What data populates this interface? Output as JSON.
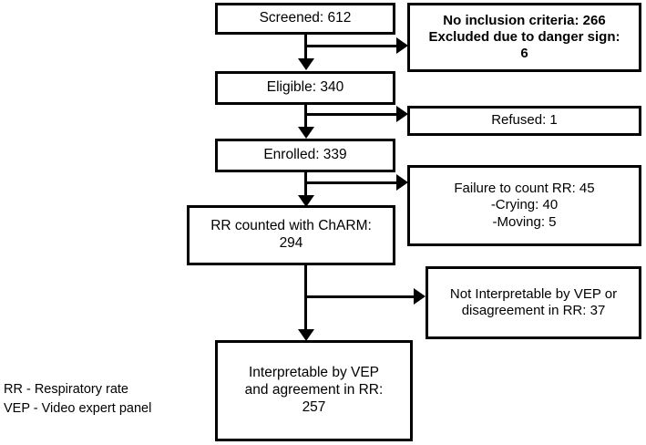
{
  "figure": {
    "type": "flowchart",
    "orientation": "top-to-bottom with right-side exclusion branches",
    "nodes": {
      "screened": {
        "label": "Screened: 612",
        "count": 612
      },
      "eligible": {
        "label": "Eligible: 340",
        "count": 340
      },
      "enrolled": {
        "label": "Enrolled: 339",
        "count": 339
      },
      "rr_counted": {
        "label": "RR counted with ChARM:\n294",
        "count": 294
      },
      "interpretable": {
        "label": "Interpretable by VEP\nand agreement in RR:\n257",
        "count": 257
      }
    },
    "exclusions": {
      "no_inclusion": {
        "label": "No inclusion criteria: 266\nExcluded due to danger sign:\n6"
      },
      "refused": {
        "label": "Refused: 1"
      },
      "failure_count": {
        "label": "Failure to count RR: 45\n-Crying: 40\n-Moving: 5"
      },
      "not_interpretable": {
        "label": "Not Interpretable by VEP or\ndisagreement in RR: 37"
      }
    },
    "legend": {
      "line1": "RR - Respiratory rate",
      "line2": "VEP - Video expert panel"
    },
    "colors": {
      "stroke": "#000000",
      "fill": "#ffffff",
      "text": "#000000"
    }
  }
}
